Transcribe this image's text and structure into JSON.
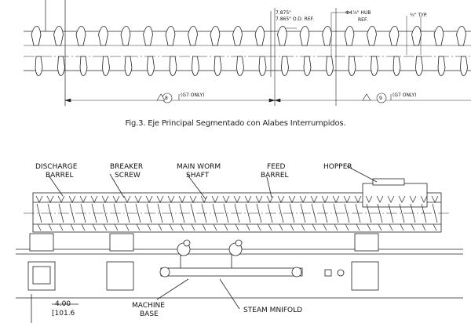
{
  "top_drawing": {
    "dim_od": "7.875\"\n7.865\" O.D. REF.",
    "dim_od_line1": "7.875\"",
    "dim_od_line2": "7.865\" O.D. REF.",
    "dim_hub_line1": "Ф4⅞\" HUB",
    "dim_hub_line2": "REF.",
    "dim_typ": "¾\" TYP.",
    "section_a_number": "8",
    "section_a_note": "(G7 ONLY)",
    "section_b_number": "9",
    "section_b_note": "(G7 ONLY)"
  },
  "caption": "Fig.3. Eje Principal Segmentado con Alabes Interrumpidos.",
  "bottom_drawing": {
    "labels": {
      "discharge_1": "DISCHARGE",
      "discharge_2": "BARREL",
      "breaker_1": "BREAKER",
      "breaker_2": "SCREW",
      "mainworm_1": "MAIN WORM",
      "mainworm_2": "SHAFT",
      "feed_1": "FEED",
      "feed_2": "BARREL",
      "hopper": "HOPPER",
      "machine_1": "MACHINE",
      "machine_2": "BASE",
      "steam": "STEAM MNIFOLD",
      "dim_1": "4.00",
      "dim_2": "[101.6"
    }
  }
}
